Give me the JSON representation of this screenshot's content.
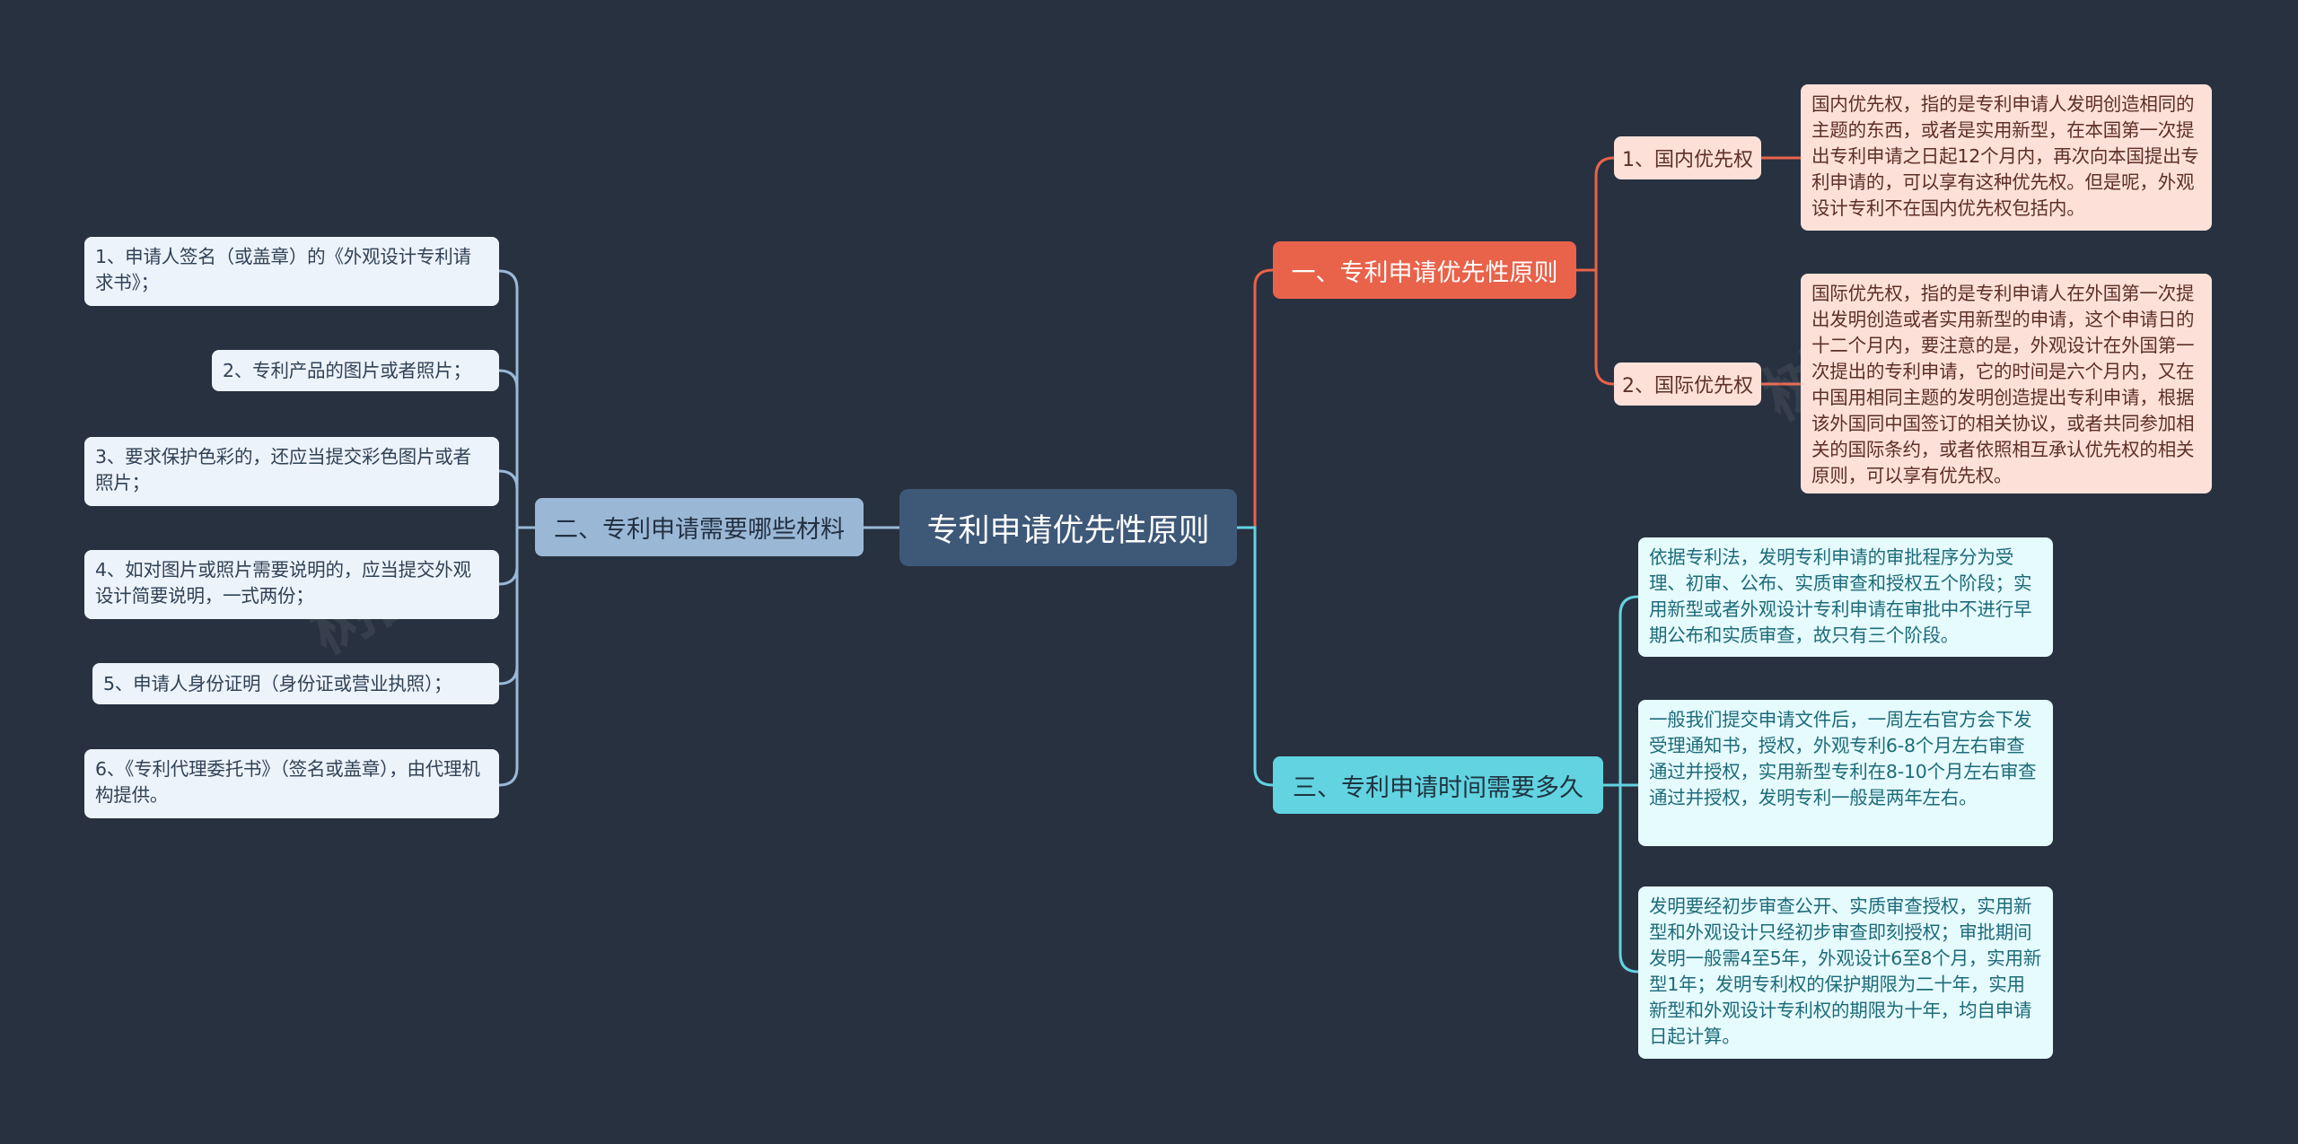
{
  "root": {
    "label": "专利申请优先性原则"
  },
  "branch1": {
    "label": "一、专利申请优先性原则",
    "color": "#e9624a",
    "children": [
      {
        "label": "1、国内优先权",
        "detail": "国内优先权，指的是专利申请人发明创造相同的主题的东西，或者是实用新型，在本国第一次提出专利申请之日起12个月内，再次向本国提出专利申请的，可以享有这种优先权。但是呢，外观设计专利不在国内优先权包括内。"
      },
      {
        "label": "2、国际优先权",
        "detail": "国际优先权，指的是专利申请人在外国第一次提出发明创造或者实用新型的申请，这个申请日的十二个月内，要注意的是，外观设计在外国第一次提出的专利申请，它的时间是六个月内，又在中国用相同主题的发明创造提出专利申请，根据该外国同中国签订的相关协议，或者共同参加相关的国际条约，或者依照相互承认优先权的相关原则，可以享有优先权。"
      }
    ]
  },
  "branch2": {
    "label": "二、专利申请需要哪些材料",
    "color": "#9ab8d6",
    "items": [
      "1、申请人签名（或盖章）的《外观设计专利请求书》；",
      "2、专利产品的图片或者照片；",
      "3、要求保护色彩的，还应当提交彩色图片或者照片；",
      "4、如对图片或照片需要说明的，应当提交外观设计简要说明，一式两份；",
      "5、申请人身份证明（身份证或营业执照）；",
      "6、《专利代理委托书》（签名或盖章），由代理机构提供。"
    ]
  },
  "branch3": {
    "label": "三、专利申请时间需要多久",
    "color": "#62d3e0",
    "items": [
      "依据专利法，发明专利申请的审批程序分为受理、初审、公布、实质审查和授权五个阶段；实用新型或者外观设计专利申请在审批中不进行早期公布和实质审查，故只有三个阶段。",
      "一般我们提交申请文件后，一周左右官方会下发受理通知书，授权，外观专利6-8个月左右审查通过并授权，实用新型专利在8-10个月左右审查通过并授权，发明专利一般是两年左右。",
      "发明要经初步审查公开、实质审查授权，实用新型和外观设计只经初步审查即刻授权；审批期间发明一般需4至5年，外观设计6至8个月，实用新型1年；发明专利权的保护期限为二十年，实用新型和外观设计专利权的期限为十年，均自申请日起计算。"
    ]
  },
  "watermark": "树图"
}
